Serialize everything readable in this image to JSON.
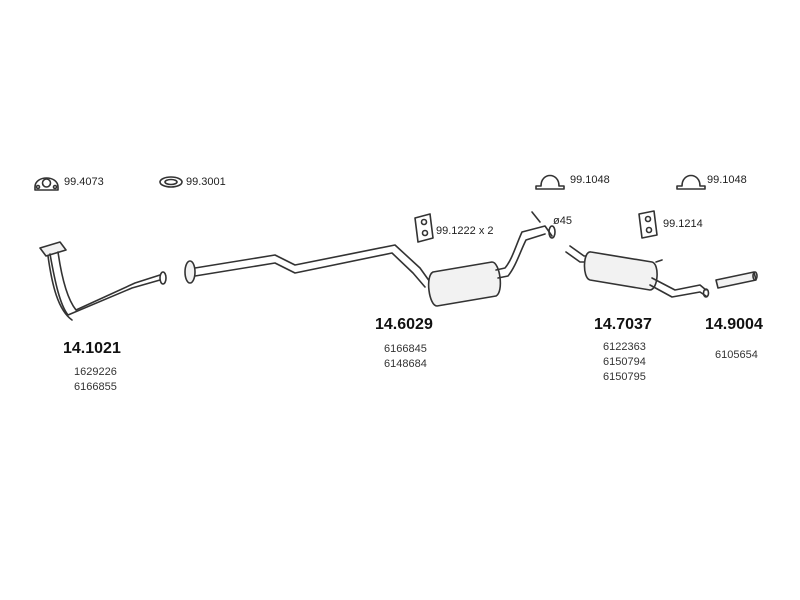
{
  "accessories": [
    {
      "code": "99.4073",
      "icon": "flange-gasket-icon"
    },
    {
      "code": "99.3001",
      "icon": "ring-gasket-icon"
    },
    {
      "code": "99.1048",
      "icon": "clamp-icon"
    },
    {
      "code": "99.1048",
      "icon": "clamp-icon"
    },
    {
      "code": "99.1222 x 2",
      "icon": "rubber-mount-icon"
    },
    {
      "code": "99.1214",
      "icon": "rubber-mount-icon"
    }
  ],
  "diameter_note": "ø45",
  "parts": [
    {
      "number": "14.1021",
      "oem": [
        "1629226",
        "6166855"
      ]
    },
    {
      "number": "14.6029",
      "oem": [
        "6166845",
        "6148684"
      ]
    },
    {
      "number": "14.7037",
      "oem": [
        "6122363",
        "6150794",
        "6150795"
      ]
    },
    {
      "number": "14.9004",
      "oem": [
        "6105654"
      ]
    }
  ],
  "colors": {
    "line": "#333333",
    "fill": "#f2f2f2"
  }
}
